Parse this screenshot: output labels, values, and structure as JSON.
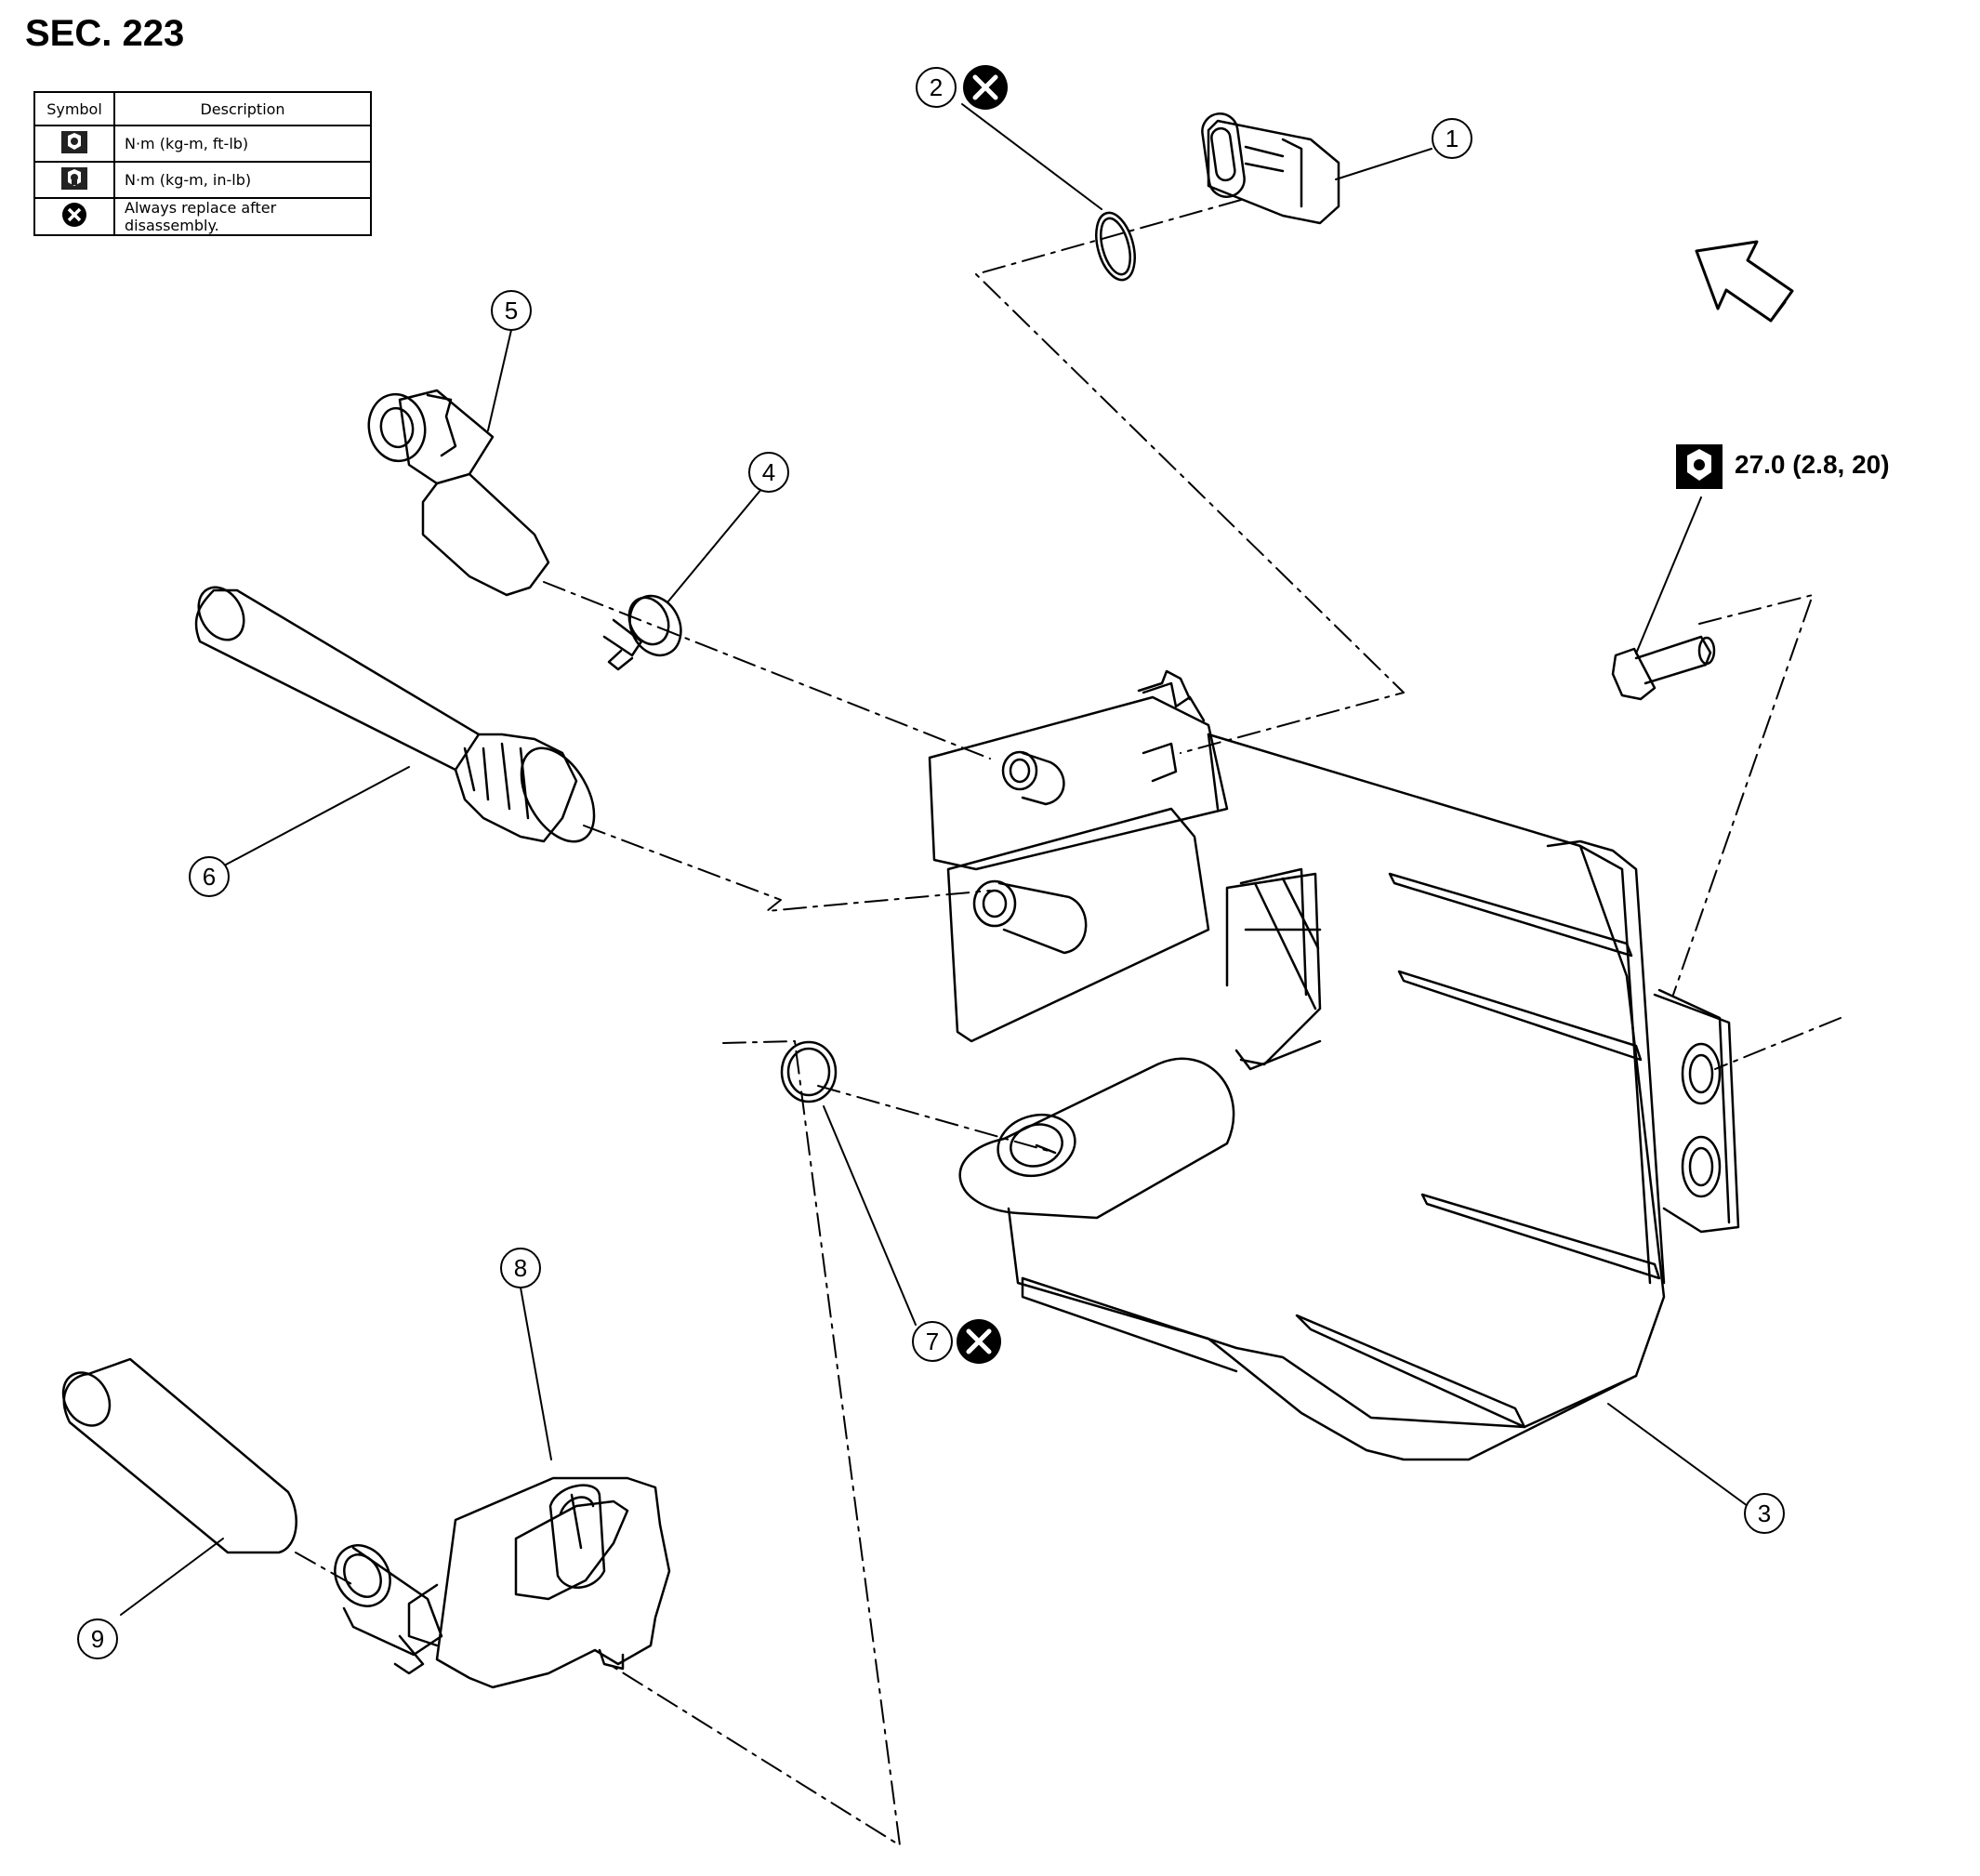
{
  "section": "SEC. 223",
  "legend": {
    "headers": {
      "symbol": "Symbol",
      "description": "Description"
    },
    "rows": [
      {
        "icon": "torque-wrench-icon",
        "description": "N·m (kg-m, ft-lb)"
      },
      {
        "icon": "torque-wrench-small-icon",
        "description": "N·m (kg-m, in-lb)"
      },
      {
        "icon": "always-replace-icon",
        "description": "Always replace after disassembly."
      }
    ]
  },
  "torque_spec": "27.0 (2.8, 20)",
  "callouts": [
    "1",
    "2",
    "3",
    "4",
    "5",
    "6",
    "7",
    "8",
    "9"
  ]
}
